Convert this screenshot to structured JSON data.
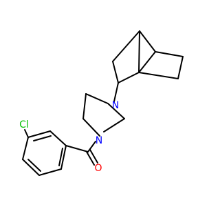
{
  "structure": {
    "atoms": {
      "nitrogen_upper": {
        "symbol": "N",
        "color": "#0000ff"
      },
      "nitrogen_lower": {
        "symbol": "N",
        "color": "#0000ff"
      },
      "carbonyl_oxygen": {
        "symbol": "O",
        "color": "#ff0000"
      },
      "chlorine": {
        "symbol": "Cl",
        "color": "#00c000"
      }
    },
    "bond_color": "#000000",
    "background": "#ffffff"
  }
}
